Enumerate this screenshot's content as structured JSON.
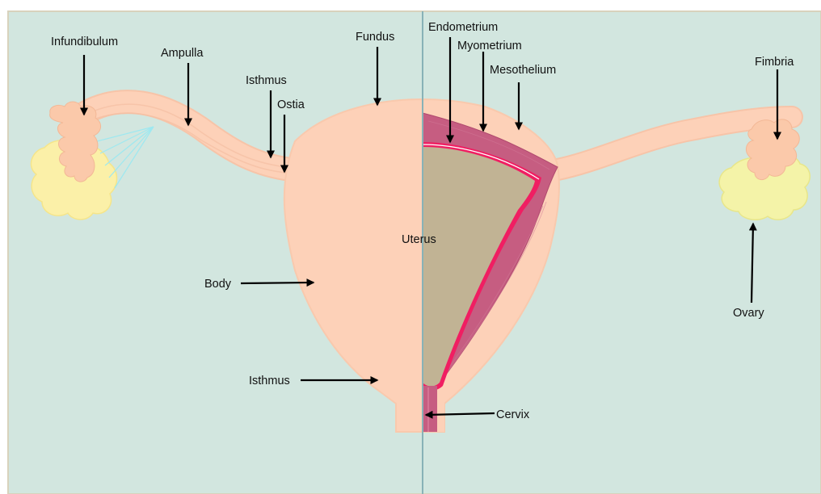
{
  "colors": {
    "background": "#d2e6df",
    "border": "#d8d2bc",
    "tissue": "#fdd1b8",
    "tissue_edge": "#f7c4a8",
    "myometrium": "#c65d81",
    "endometrium_line": "#f01e62",
    "cavity": "#c1b394",
    "ovary": "#fbf0a8",
    "fimbriae_lines": "#9ee8f0",
    "midline": "#88b2b7",
    "arrow": "#000000"
  },
  "labels": {
    "infundibulum": "Infundibulum",
    "ampulla": "Ampulla",
    "isthmus_tube": "Isthmus",
    "ostia": "Ostia",
    "fundus": "Fundus",
    "endometrium": "Endometrium",
    "myometrium": "Myometrium",
    "mesothelium": "Mesothelium",
    "fimbria": "Fimbria",
    "uterus": "Uterus",
    "body": "Body",
    "ovary": "Ovary",
    "isthmus_uterus": "Isthmus",
    "cervix": "Cervix"
  }
}
